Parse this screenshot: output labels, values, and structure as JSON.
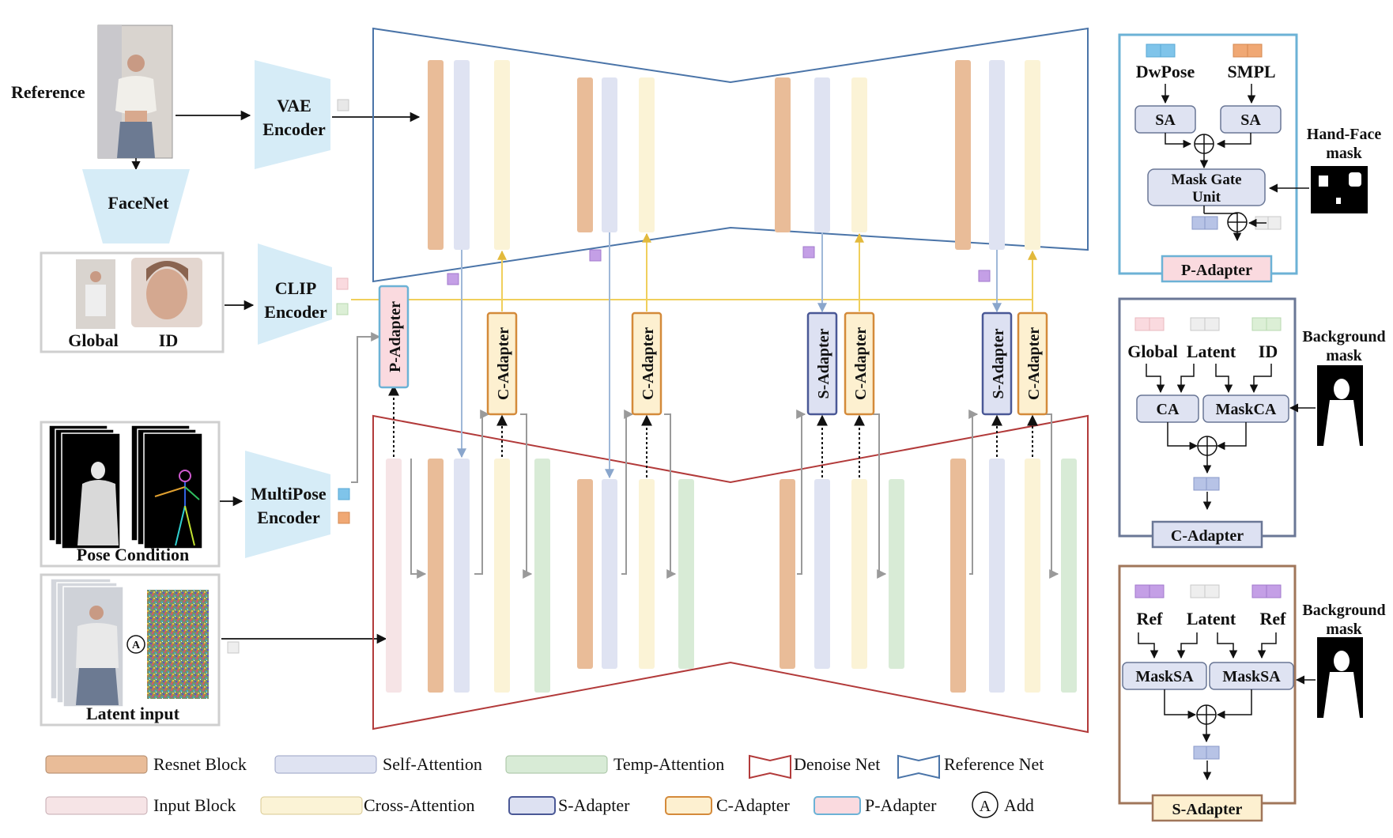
{
  "labels": {
    "reference": "Reference",
    "facenet": "FaceNet",
    "vae_encoder": [
      "VAE",
      "Encoder"
    ],
    "clip_encoder": [
      "CLIP",
      "Encoder"
    ],
    "multipose_encoder": [
      "MultiPose",
      "Encoder"
    ],
    "global": "Global",
    "id": "ID",
    "pose_condition": "Pose Condition",
    "latent_input": "Latent input",
    "add_symbol": "A"
  },
  "adapters": {
    "p_adapter": "P-Adapter",
    "c_adapter": "C-Adapter",
    "s_adapter": "S-Adapter"
  },
  "panel_p": {
    "dwpose": "DwPose",
    "smpl": "SMPL",
    "sa": "SA",
    "mask_gate": [
      "Mask Gate",
      "Unit"
    ],
    "hand_face_mask": [
      "Hand-Face",
      "mask"
    ],
    "title": "P-Adapter"
  },
  "panel_c": {
    "global": "Global",
    "latent": "Latent",
    "id": "ID",
    "ca": "CA",
    "maskca": "MaskCA",
    "background_mask": [
      "Background",
      "mask"
    ],
    "title": "C-Adapter"
  },
  "panel_s": {
    "ref1": "Ref",
    "latent": "Latent",
    "ref2": "Ref",
    "masksa": "MaskSA",
    "background_mask": [
      "Background",
      "mask"
    ],
    "title": "S-Adapter"
  },
  "legend": {
    "items": [
      {
        "label": "Resnet Block",
        "color": "#e9bc98"
      },
      {
        "label": "Self-Attention",
        "color": "#dfe3f2"
      },
      {
        "label": "Temp-Attention",
        "color": "#d8ebd6"
      },
      {
        "label": "Denoise Net",
        "color": "#b23a3a"
      },
      {
        "label": "Reference Net",
        "color": "#4a74a8"
      },
      {
        "label": "Input Block",
        "color": "#f6e4e6"
      },
      {
        "label": "Cross-Attention",
        "color": "#fbf3d6"
      },
      {
        "label": "S-Adapter",
        "color": "#dde1f2"
      },
      {
        "label": "C-Adapter",
        "color": "#fdf0d0"
      },
      {
        "label": "P-Adapter",
        "color": "#fadadf"
      },
      {
        "label": "Add",
        "color": "#ffffff"
      }
    ],
    "add_symbol": "A"
  },
  "colors": {
    "reference_net": "#4a74a8",
    "denoise_net": "#b23a3a",
    "encoder_fill": "#d6ecf7",
    "yellow_line": "#f0cf5c",
    "blue_line": "#9fb8d8",
    "gray_line": "#9a9a9a",
    "panel_p_border": "#6cb2d6",
    "panel_c_border": "#6a7796",
    "panel_s_border": "#a0765a"
  }
}
